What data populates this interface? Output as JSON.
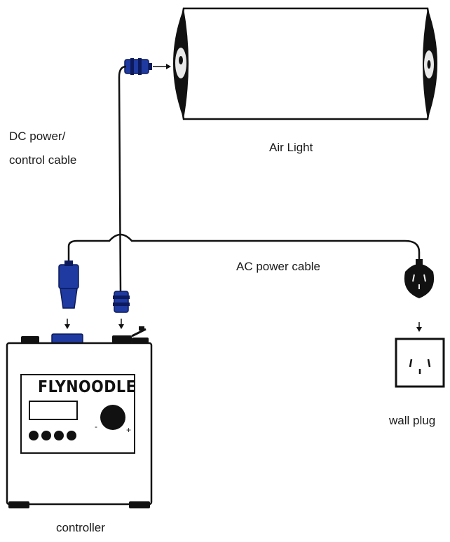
{
  "labels": {
    "air_light": "Air  Light",
    "dc_line1": "DC power/",
    "dc_line2": "control cable",
    "ac_cable": "AC power cable",
    "wall_plug": "wall plug",
    "controller": "controller"
  },
  "controller_panel": {
    "brand": "FLYNOODLE",
    "knob_minus": "-",
    "knob_plus": "+"
  },
  "colors": {
    "line": "#111111",
    "connector_blue": "#1f3aa0",
    "connector_dark": "#0c1a5c",
    "body_stroke": "#111111"
  }
}
